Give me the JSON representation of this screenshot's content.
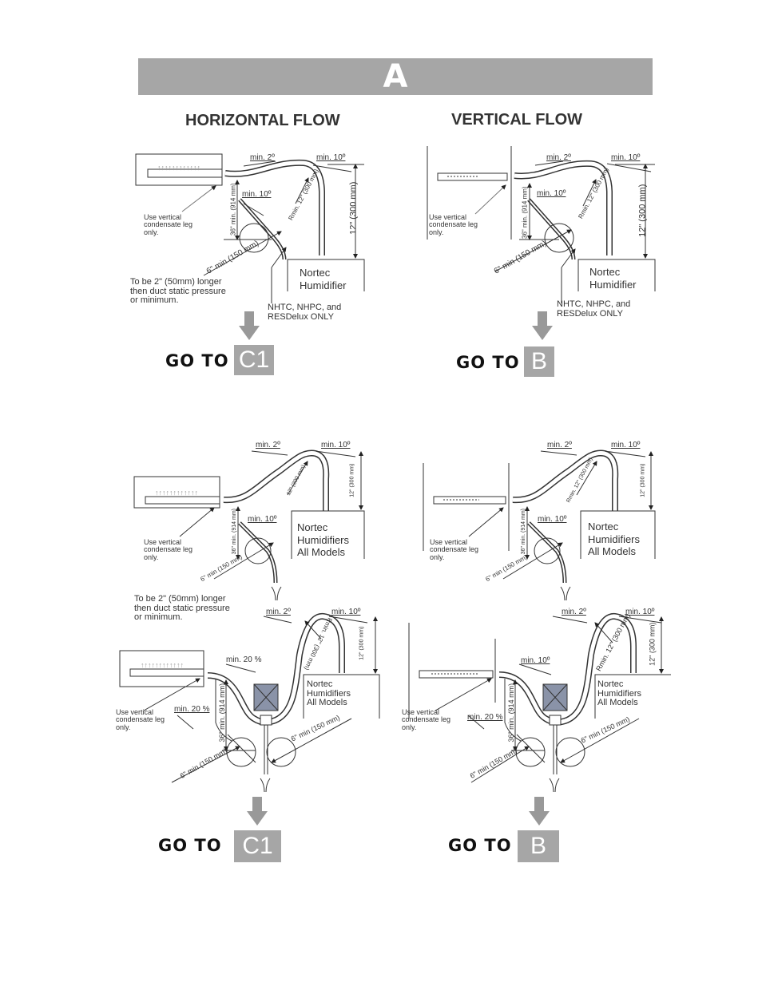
{
  "header": {
    "title": "A"
  },
  "columns": {
    "left": "HORIZONTAL FLOW",
    "right": "VERTICAL FLOW"
  },
  "colors": {
    "header_bg": "#a6a6a6",
    "goto_box": "#a6a6a6",
    "valve": "#8a93a8"
  },
  "panels": [
    {
      "min2": "min. 2º",
      "min10_top": "min. 10º",
      "min10_leg": "min. 10º",
      "rmin": "Rmin. 12\" (300 mm)",
      "h12": "12\" (300 mm)",
      "d36": "36\" min. (914 mm)",
      "leg_note": "Use vertical\ncondensate leg\nonly.",
      "loop": "6\" min (150 mm)",
      "longer": "To be 2\" (50mm) longer\nthen duct static pressure\nor minimum.",
      "humidifier": "Nortec\nHumidifier",
      "models": "NHTC, NHPC, and\nRESDelux ONLY",
      "goto": "GO TO",
      "target": "C1"
    },
    {
      "min2": "min. 2º",
      "min10_top": "min. 10º",
      "min10_leg": "min. 10º",
      "rmin": "Rmin. 12\" (300 mm)",
      "h12": "12\" (300 mm)",
      "d36": "36\" min. (914 mm)",
      "leg_note": "Use vertical\ncondensate leg\nonly.",
      "loop": "6\" min (150 mm)",
      "humidifier": "Nortec\nHumidifier",
      "models": "NHTC, NHPC, and\nRESDelux ONLY",
      "goto": "GO TO",
      "target": "B"
    },
    {
      "upper": {
        "min2": "min. 2º",
        "min10_top": "min. 10º",
        "min10_leg": "min. 10º",
        "rmin": "12\" (300 mm)",
        "h12": "12\" (300 mm)",
        "d36": "36\" min. (914 mm)",
        "leg_note": "Use vertical\ncondensate leg\nonly.",
        "loop": "6\" min (150 mm)",
        "humidifier": "Nortec\nHumidifiers\nAll Models"
      },
      "longer": "To be 2\" (50mm) longer\nthen duct static pressure\nor minimum.",
      "lower": {
        "min2": "min. 2º",
        "min10_top": "min. 10º",
        "slope_top": "min. 20 %",
        "rmin": "Rmin. 12\" (300 mm)",
        "h12": "12\" (300 mm)",
        "d36": "36\" min. (914 mm)",
        "slope_leg": "min. 20 %",
        "leg_note": "Use vertical\ncondensate leg\nonly.",
        "loop_right": "6\" min (150 mm)",
        "loop_left": "6\" min (150 mm)",
        "humidifier": "Nortec\nHumidifiers\nAll Models"
      },
      "goto": "GO TO",
      "target": "C1"
    },
    {
      "upper": {
        "min2": "min. 2º",
        "min10_top": "min. 10º",
        "min10_leg": "min. 10º",
        "rmin": "Rmin. 12\" (300 mm)",
        "h12": "12\" (300 mm)",
        "d36": "36\" min. (914 mm)",
        "leg_note": "Use vertical\ncondensate leg\nonly.",
        "loop": "6\" min (150 mm)",
        "humidifier": "Nortec\nHumidifiers\nAll Models"
      },
      "lower": {
        "min2": "min. 2º",
        "min10_top": "min. 10º",
        "slope_top": "min. 10º",
        "rmin": "Rmin. 12\" (300 mm)",
        "h12": "12\" (300 mm)",
        "d36": "36\" min. (914 mm)",
        "slope_leg": "min. 20 %",
        "leg_note": "Use vertical\ncondensate leg\nonly.",
        "loop_right": "6\" min (150 mm)",
        "loop_left": "6\" min (150 mm)",
        "humidifier": "Nortec\nHumidifiers\nAll Models"
      },
      "goto": "GO TO",
      "target": "B"
    }
  ]
}
